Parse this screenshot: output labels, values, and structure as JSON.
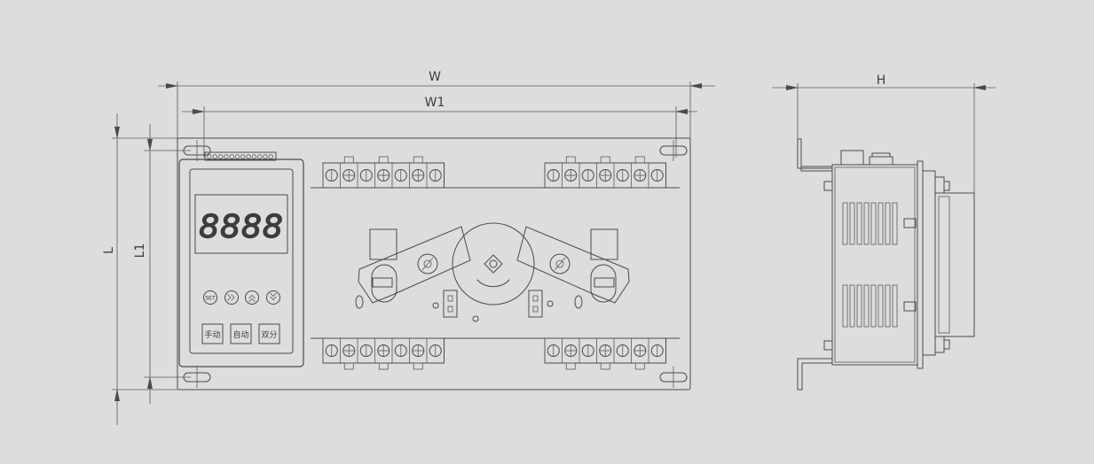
{
  "front_view": {
    "dimensions": {
      "w": "W",
      "w1": "W1",
      "l": "L",
      "l1": "L1"
    },
    "controller": {
      "display": "8888",
      "round_buttons": [
        {
          "label": "SET",
          "icon": ""
        },
        {
          "label": "",
          "icon": "double-chevron-right-icon"
        },
        {
          "label": "",
          "icon": "double-chevron-up-icon"
        },
        {
          "label": "",
          "icon": "double-chevron-down-icon"
        }
      ],
      "mode_buttons": [
        "手动",
        "自动",
        "双分"
      ]
    }
  },
  "side_view": {
    "dimensions": {
      "h": "H"
    }
  },
  "colors": {
    "background": "#dcdddf",
    "line": "#4a4a4a"
  }
}
